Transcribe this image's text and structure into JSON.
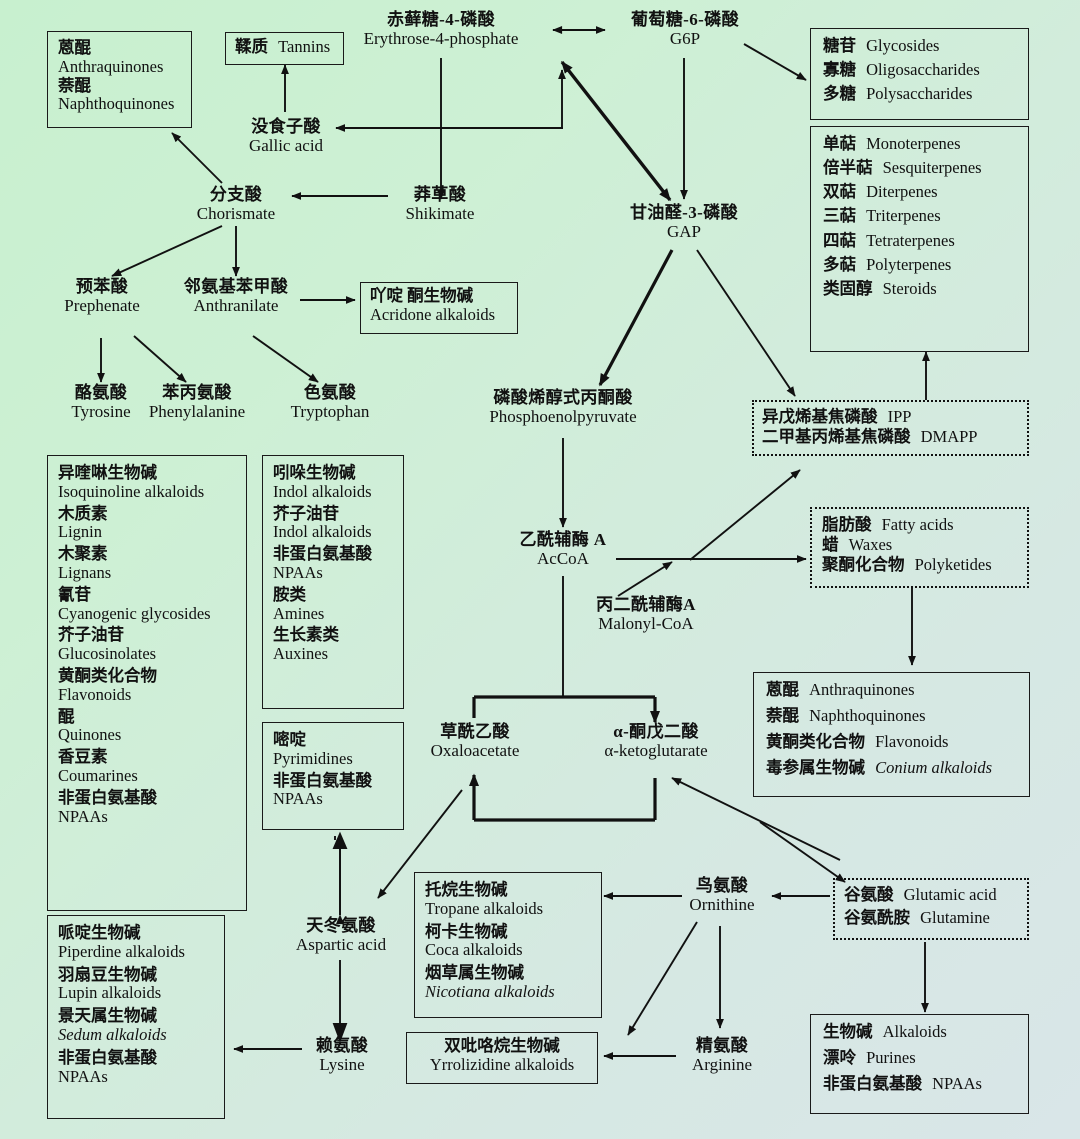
{
  "diagram": {
    "title": "Plant primary and secondary metabolite biosynthetic pathway map",
    "background_start": "#c8f0cf",
    "background_end": "#d9e6e8"
  },
  "nodes": {
    "e4p": {
      "cn": "赤藓糖-4-磷酸",
      "en": "Erythrose-4-phosphate"
    },
    "g6p": {
      "cn": "葡萄糖-6-磷酸",
      "en": "G6P"
    },
    "gallic": {
      "cn": "没食子酸",
      "en": "Gallic acid"
    },
    "shikimate": {
      "cn": "莽草酸",
      "en": "Shikimate"
    },
    "gap": {
      "cn": "甘油醛-3-磷酸",
      "en": "GAP"
    },
    "chorismate": {
      "cn": "分支酸",
      "en": "Chorismate"
    },
    "prephenate": {
      "cn": "预苯酸",
      "en": "Prephenate"
    },
    "anthranilate": {
      "cn": "邻氨基苯甲酸",
      "en": "Anthranilate"
    },
    "tyrosine": {
      "cn": "酪氨酸",
      "en": "Tyrosine"
    },
    "phenylalanine": {
      "cn": "苯丙氨酸",
      "en": "Phenylalanine"
    },
    "tryptophan": {
      "cn": "色氨酸",
      "en": "Tryptophan"
    },
    "pep": {
      "cn": "磷酸烯醇式丙酮酸",
      "en": "Phosphoenolpyruvate"
    },
    "accoa": {
      "cn": "乙酰辅酶 A",
      "en": "AcCoA"
    },
    "malonyl": {
      "cn": "丙二酰辅酶A",
      "en": "Malonyl-CoA"
    },
    "oxaloacetate": {
      "cn": "草酰乙酸",
      "en": "Oxaloacetate"
    },
    "ketoglutarate": {
      "cn": "α-酮戊二酸",
      "en": "α-ketoglutarate"
    },
    "aspartic": {
      "cn": "天冬氨酸",
      "en": "Aspartic acid"
    },
    "lysine": {
      "cn": "赖氨酸",
      "en": "Lysine"
    },
    "ornithine": {
      "cn": "鸟氨酸",
      "en": "Ornithine"
    },
    "arginine": {
      "cn": "精氨酸",
      "en": "Arginine"
    }
  },
  "boxes": {
    "quinones_tl": {
      "rows": [
        {
          "c": "蒽醌",
          "e": "Anthraquinones"
        },
        {
          "c": "萘醌",
          "e": "Naphthoquinones"
        }
      ]
    },
    "tannins": {
      "rows": [
        {
          "c": "鞣质",
          "e": "Tannins"
        }
      ]
    },
    "glycosides": {
      "rows": [
        {
          "c": "糖苷",
          "e": "Glycosides"
        },
        {
          "c": "寡糖",
          "e": "Oligosaccharides"
        },
        {
          "c": "多糖",
          "e": "Polysaccharides"
        }
      ]
    },
    "terpenes": {
      "rows": [
        {
          "c": "单萜",
          "e": "Monoterpenes"
        },
        {
          "c": "倍半萜",
          "e": "Sesquiterpenes"
        },
        {
          "c": "双萜",
          "e": "Diterpenes"
        },
        {
          "c": "三萜",
          "e": "Triterpenes"
        },
        {
          "c": "四萜",
          "e": "Tetraterpenes"
        },
        {
          "c": "多萜",
          "e": "Polyterpenes"
        },
        {
          "c": "类固醇",
          "e": "Steroids"
        }
      ]
    },
    "acridone": {
      "rows": [
        {
          "c": "吖啶 酮生物碱",
          "e": "Acridone alkaloids"
        }
      ]
    },
    "ipp": {
      "rows": [
        {
          "c": "异戊烯基焦磷酸",
          "e": "IPP"
        },
        {
          "c": "二甲基丙烯基焦磷酸",
          "e": "DMAPP"
        }
      ]
    },
    "fatty_acids": {
      "rows": [
        {
          "c": "脂肪酸",
          "e": "Fatty acids"
        },
        {
          "c": "蜡",
          "e": "Waxes"
        },
        {
          "c": "聚酮化合物",
          "e": "Polyketides"
        }
      ]
    },
    "anthraquinones_r": {
      "rows": [
        {
          "c": "蒽醌",
          "e": "Anthraquinones"
        },
        {
          "c": "萘醌",
          "e": "Naphthoquinones"
        },
        {
          "c": "黄酮类化合物",
          "e": "Flavonoids"
        },
        {
          "c": "毒参属生物碱",
          "e": "Conium alkaloids",
          "italic_en": true
        }
      ]
    },
    "isoquinoline": {
      "rows": [
        {
          "c": "异喹啉生物碱",
          "e": "Isoquinoline alkaloids"
        },
        {
          "c": "木质素",
          "e": "Lignin"
        },
        {
          "c": "木聚素",
          "e": "Lignans"
        },
        {
          "c": "氰苷",
          "e": "Cyanogenic glycosides"
        },
        {
          "c": "芥子油苷",
          "e": "Glucosinolates"
        },
        {
          "c": "黄酮类化合物",
          "e": "Flavonoids"
        },
        {
          "c": "醌",
          "e": "Quinones"
        },
        {
          "c": "香豆素",
          "e": "Coumarines"
        },
        {
          "c": "非蛋白氨基酸",
          "e": "NPAAs"
        }
      ]
    },
    "indole": {
      "rows": [
        {
          "c": "吲哚生物碱",
          "e": "Indol alkaloids"
        },
        {
          "c": "芥子油苷",
          "e": "Indol alkaloids"
        },
        {
          "c": "非蛋白氨基酸",
          "e": "NPAAs"
        },
        {
          "c": "胺类",
          "e": "Amines"
        },
        {
          "c": "生长素类",
          "e": "Auxines"
        }
      ]
    },
    "pyrimidines": {
      "rows": [
        {
          "c": "嘧啶",
          "e": "Pyrimidines"
        },
        {
          "c": "非蛋白氨基酸",
          "e": "NPAAs"
        }
      ]
    },
    "piperdine": {
      "rows": [
        {
          "c": "哌啶生物碱",
          "e": "Piperdine alkaloids"
        },
        {
          "c": "羽扇豆生物碱",
          "e": "Lupin alkaloids"
        },
        {
          "c": "景天属生物碱",
          "e": "Sedum alkaloids",
          "italic_en": true
        },
        {
          "c": "非蛋白氨基酸",
          "e": "NPAAs"
        }
      ]
    },
    "tropane": {
      "rows": [
        {
          "c": "托烷生物碱",
          "e": "Tropane alkaloids"
        },
        {
          "c": "柯卡生物碱",
          "e": "Coca alkaloids"
        },
        {
          "c": "烟草属生物碱",
          "e": "Nicotiana alkaloids",
          "italic_en": true
        }
      ]
    },
    "pyrrolizidine": {
      "rows": [
        {
          "c": "双吡咯烷生物碱",
          "e": "Yrrolizidine alkaloids"
        }
      ]
    },
    "glutamic": {
      "rows": [
        {
          "c": "谷氨酸",
          "e": "Glutamic acid"
        },
        {
          "c": "谷氨酰胺",
          "e": "Glutamine"
        }
      ]
    },
    "alkaloids_purines": {
      "rows": [
        {
          "c": "生物碱",
          "e": "Alkaloids"
        },
        {
          "c": "漂呤",
          "e": "Purines"
        },
        {
          "c": "非蛋白氨基酸",
          "e": "NPAAs"
        }
      ]
    }
  }
}
